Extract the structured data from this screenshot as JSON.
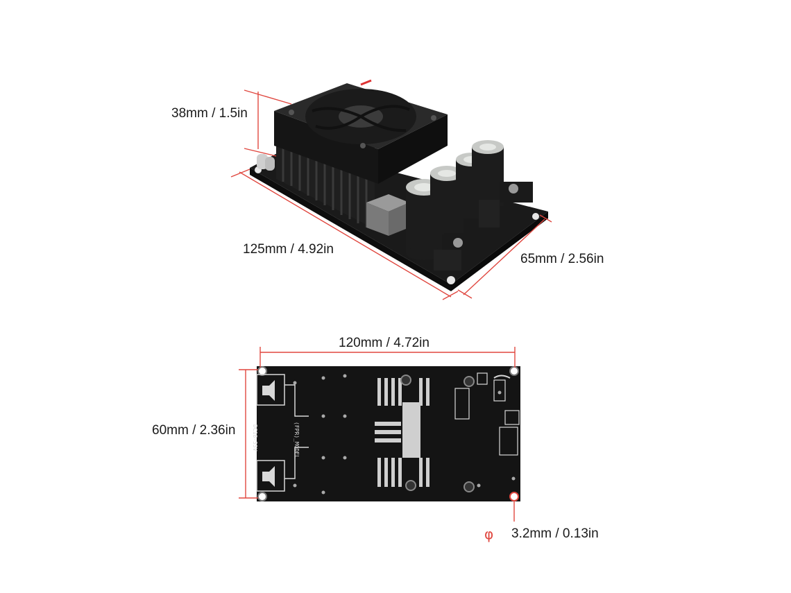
{
  "dimensions": {
    "height": "38mm / 1.5in",
    "length": "125mm / 4.92in",
    "width_3d": "65mm / 2.56in",
    "pcb_length": "120mm / 4.72in",
    "pcb_width": "60mm / 2.36in",
    "hole_symbol": "φ",
    "hole_diameter": "3.2mm / 0.13in"
  },
  "pcb_labels": {
    "supply": "DC18-55V",
    "model": "(FPR)_MODEL"
  },
  "colors": {
    "dimension_line": "#e0473f",
    "pcb": "#141414",
    "silkscreen": "#d8d8d8",
    "capacitor": "#1c1c1c",
    "capacitor_top": "#c7c9c6",
    "heatsink": "#1a1a1a",
    "text": "#1a1a1a"
  }
}
